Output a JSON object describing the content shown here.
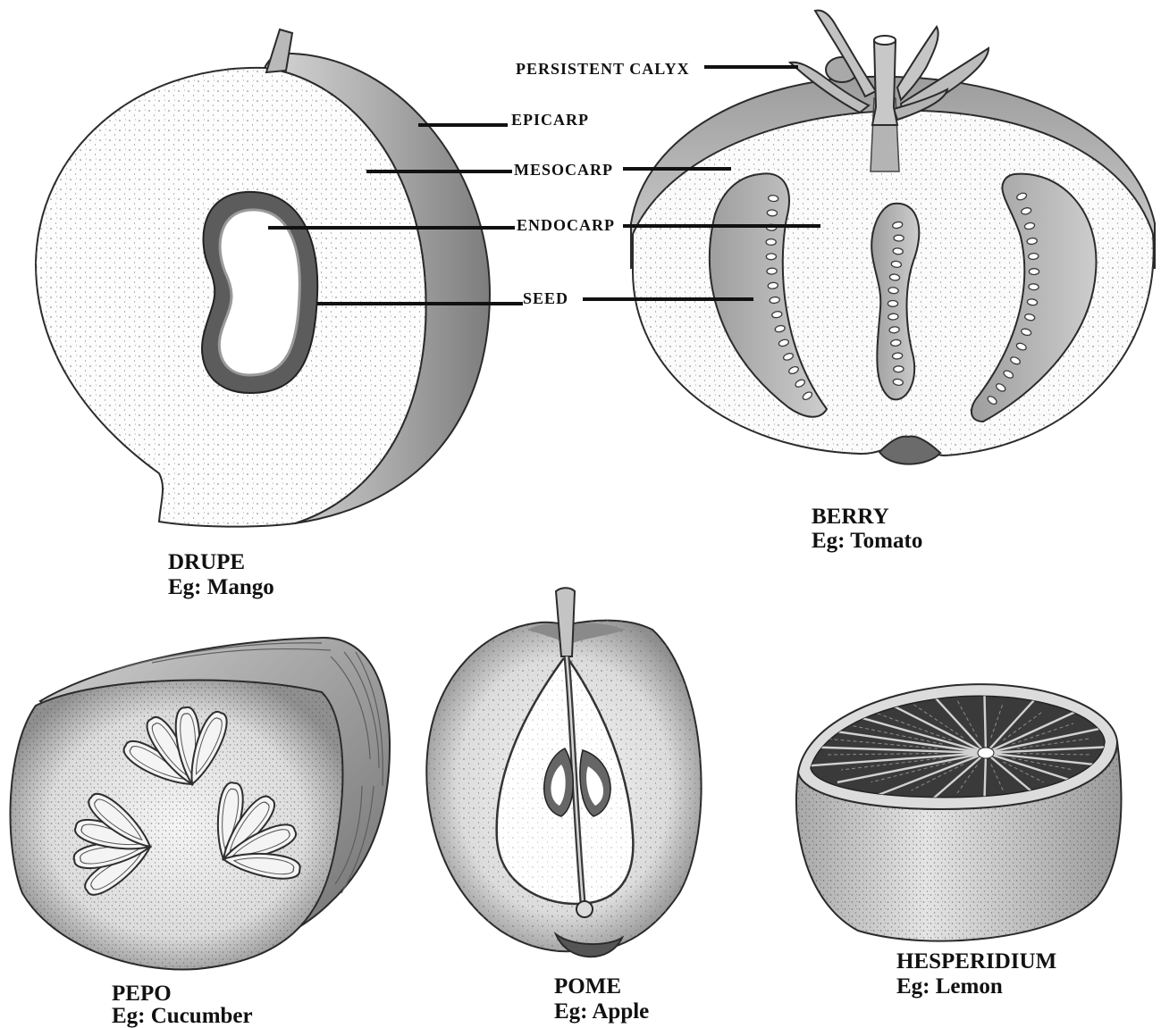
{
  "labels": {
    "persistent_calyx": "PERSISTENT CALYX",
    "epicarp": "EPICARP",
    "mesocarp": "MESOCARP",
    "endocarp": "ENDOCARP",
    "seed": "SEED"
  },
  "fruits": {
    "drupe": {
      "type": "DRUPE",
      "example": "Eg: Mango"
    },
    "berry": {
      "type": "BERRY",
      "example": "Eg: Tomato"
    },
    "pepo": {
      "type": "PEPO",
      "example": "Eg: Cucumber"
    },
    "pome": {
      "type": "POME",
      "example": "Eg: Apple"
    },
    "hesperidium": {
      "type": "HESPERIDIUM",
      "example": "Eg: Lemon"
    }
  }
}
